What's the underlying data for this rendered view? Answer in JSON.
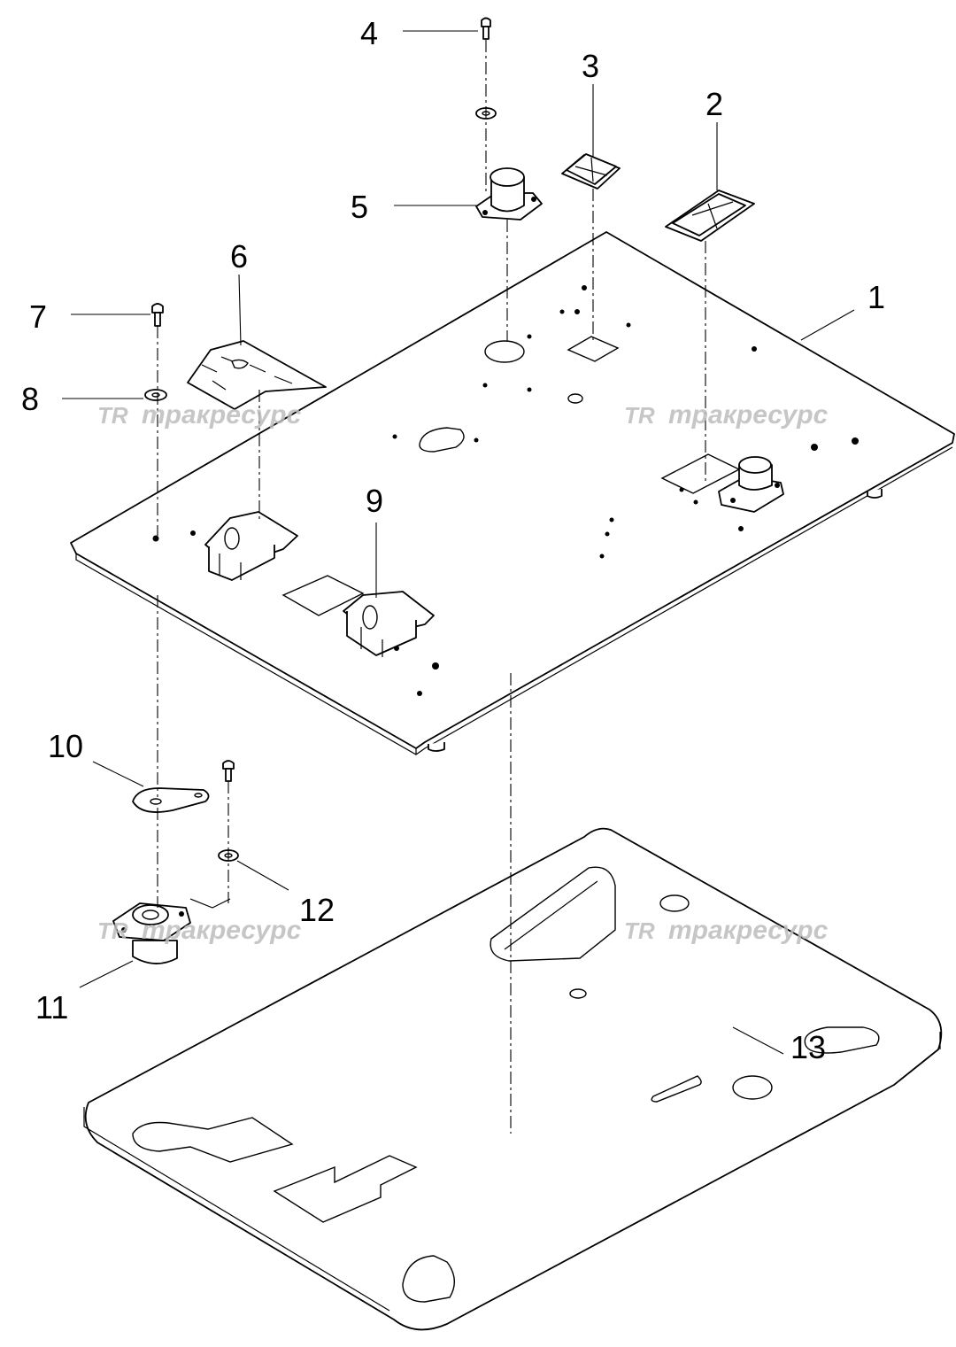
{
  "callouts": [
    {
      "id": "1",
      "label": "1"
    },
    {
      "id": "2",
      "label": "2"
    },
    {
      "id": "3",
      "label": "3"
    },
    {
      "id": "4",
      "label": "4"
    },
    {
      "id": "5",
      "label": "5"
    },
    {
      "id": "6",
      "label": "6"
    },
    {
      "id": "7",
      "label": "7"
    },
    {
      "id": "8",
      "label": "8"
    },
    {
      "id": "9",
      "label": "9"
    },
    {
      "id": "10",
      "label": "10"
    },
    {
      "id": "11",
      "label": "11"
    },
    {
      "id": "12",
      "label": "12"
    },
    {
      "id": "13",
      "label": "13"
    }
  ],
  "watermark": {
    "logo": "TR",
    "text": "тракресурс",
    "color": "#bdbdbd"
  }
}
